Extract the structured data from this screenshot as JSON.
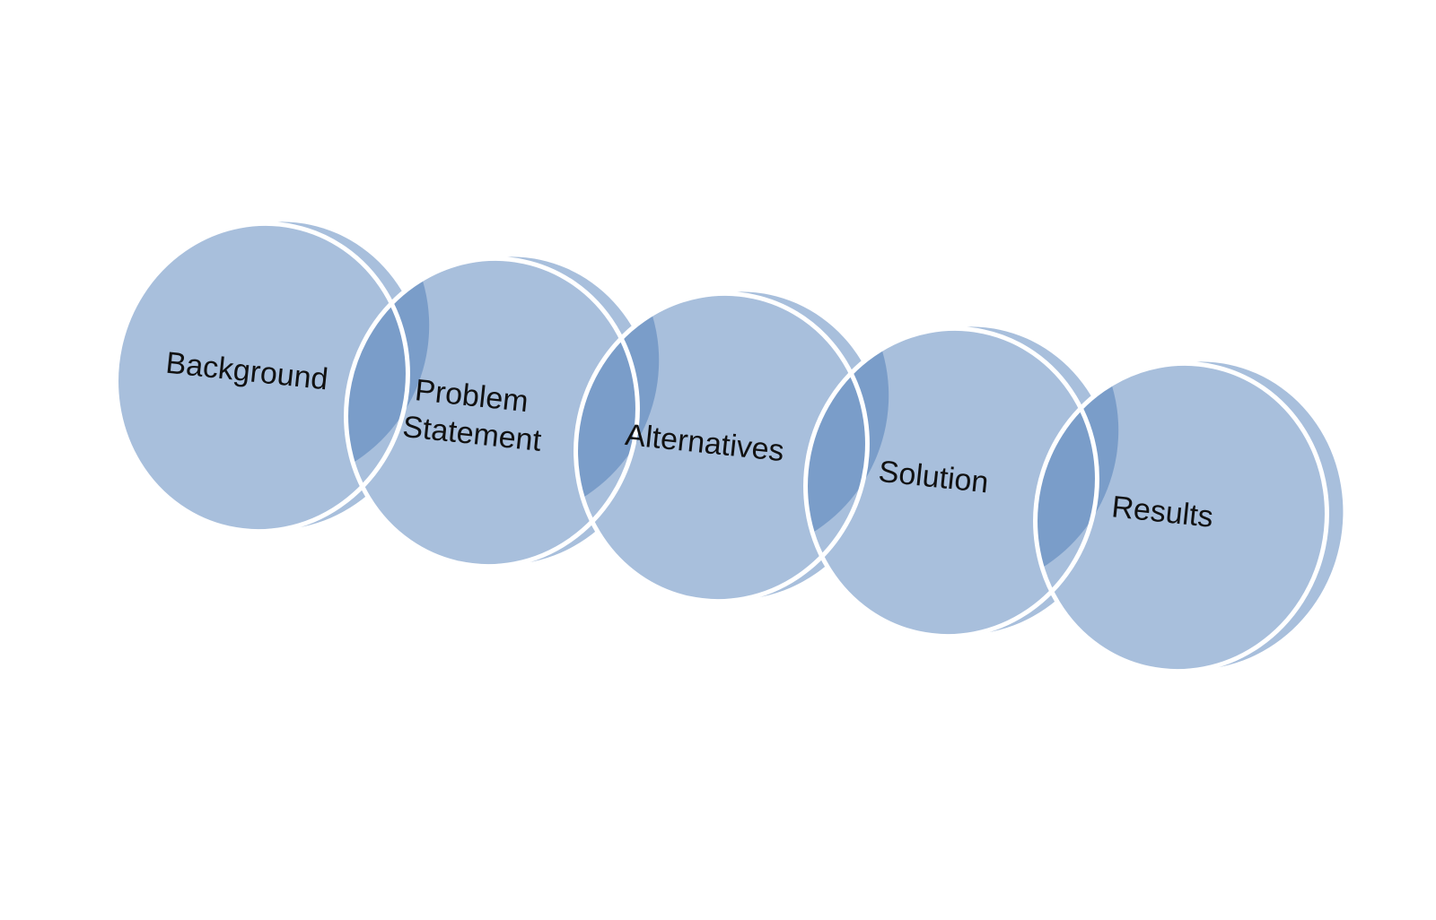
{
  "diagram": {
    "steps": [
      {
        "id": "background",
        "label_lines": [
          "Background"
        ]
      },
      {
        "id": "problem-statement",
        "label_lines": [
          "Problem",
          "Statement"
        ]
      },
      {
        "id": "alternatives",
        "label_lines": [
          "Alternatives"
        ]
      },
      {
        "id": "solution",
        "label_lines": [
          "Solution"
        ]
      },
      {
        "id": "results",
        "label_lines": [
          "Results"
        ]
      }
    ],
    "colors": {
      "fill": "#a8bfdc",
      "overlap": "#7a9dc9",
      "outline": "#ffffff",
      "background": "#ffffff"
    }
  }
}
